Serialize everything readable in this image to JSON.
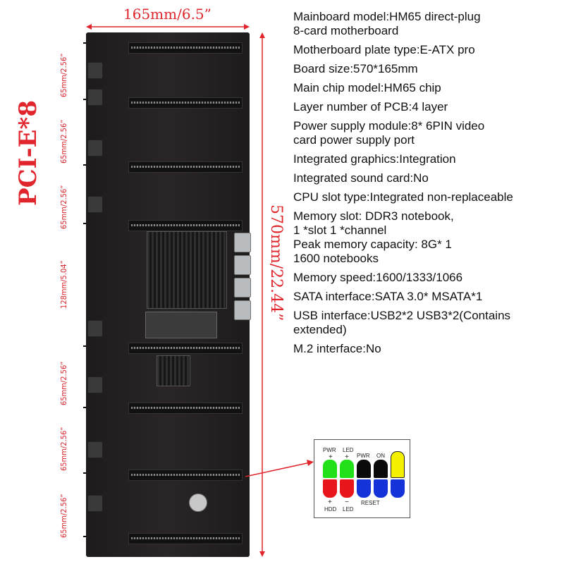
{
  "dimensions": {
    "width_label": "165mm/6.5”",
    "height_label": "570mm/22.44”",
    "slot_count_label": "PCI-E*8",
    "spacing_labels": [
      "65mm/2.56”",
      "65mm/2.56”",
      "65mm/2.56”",
      "128mm/5.04”",
      "65mm/2.56”",
      "65mm/2.56”",
      "65mm/2.56”"
    ]
  },
  "specs": [
    {
      "lines": [
        "Mainboard model:HM65 direct-plug",
        "8-card motherboard"
      ]
    },
    {
      "lines": [
        "Motherboard plate type:E-ATX pro"
      ]
    },
    {
      "lines": [
        "Board size:570*165mm"
      ]
    },
    {
      "lines": [
        "Main chip model:HM65 chip"
      ]
    },
    {
      "lines": [
        "Layer number of PCB:4 layer"
      ]
    },
    {
      "lines": [
        "Power supply module:8* 6PIN video",
        "card power supply port"
      ]
    },
    {
      "lines": [
        "Integrated graphics:Integration"
      ]
    },
    {
      "lines": [
        "Integrated sound card:No"
      ]
    },
    {
      "lines": [
        "CPU slot type:Integrated non-replaceable"
      ]
    },
    {
      "lines": [
        "Memory slot: DDR3 notebook,",
        "1 *slot 1 *channel",
        "Peak memory capacity: 8G* 1",
        "1600 notebooks"
      ]
    },
    {
      "lines": [
        "Memory speed:1600/1333/1066"
      ]
    },
    {
      "lines": [
        "SATA interface:SATA 3.0* MSATA*1"
      ]
    },
    {
      "lines": [
        "USB interface:USB2*2  USB3*2(Contains",
        "extended)"
      ]
    },
    {
      "lines": [
        "M.2 interface:No"
      ]
    }
  ],
  "legend": {
    "top_labels": [
      "PWR",
      "+",
      "LED",
      "+",
      "PWR",
      "ON"
    ],
    "bottom_labels": [
      "+",
      "HDD",
      "−",
      "LED",
      "RESET"
    ],
    "colors": {
      "green": "#22e019",
      "red": "#e8161b",
      "blue": "#1433d8",
      "black": "#0a0a0a",
      "yellow": "#f5f000"
    }
  },
  "colors": {
    "dimension_red": "#e0262c",
    "board": "#231f20"
  }
}
